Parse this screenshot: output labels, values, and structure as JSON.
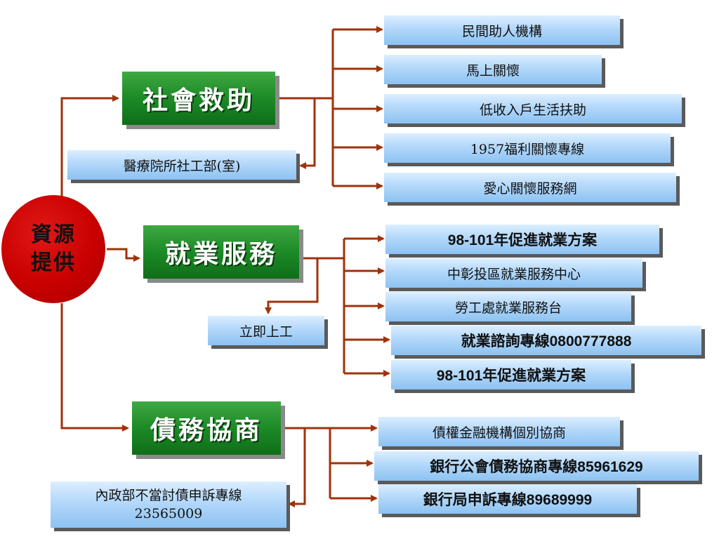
{
  "root": {
    "line1": "資源",
    "line2": "提供"
  },
  "categories": {
    "social": {
      "title": "社會救助",
      "items": [
        "民間助人機構",
        "馬上關懷",
        "低收入戶生活扶助",
        "1957福利關懷專線",
        "愛心關懷服務網"
      ],
      "side": "醫療院所社工部(室)"
    },
    "employment": {
      "title": "就業服務",
      "items": [
        "98-101年促進就業方案",
        "中彰投區就業服務中心",
        "勞工處就業服務台",
        "就業諮詢專線0800777888",
        "98-101年促進就業方案"
      ],
      "side": "立即上工"
    },
    "debt": {
      "title": "債務協商",
      "items": [
        "債權金融機構個別協商",
        "銀行公會債務協商專線85961629",
        "銀行局申訴專線89689999"
      ],
      "side_line1": "內政部不當討債申訴專線",
      "side_line2": "23565009"
    }
  },
  "colors": {
    "connector": "#a0320a",
    "root": "#c80000",
    "category": "#1c8a26",
    "leaf": "#b3d8fa"
  }
}
